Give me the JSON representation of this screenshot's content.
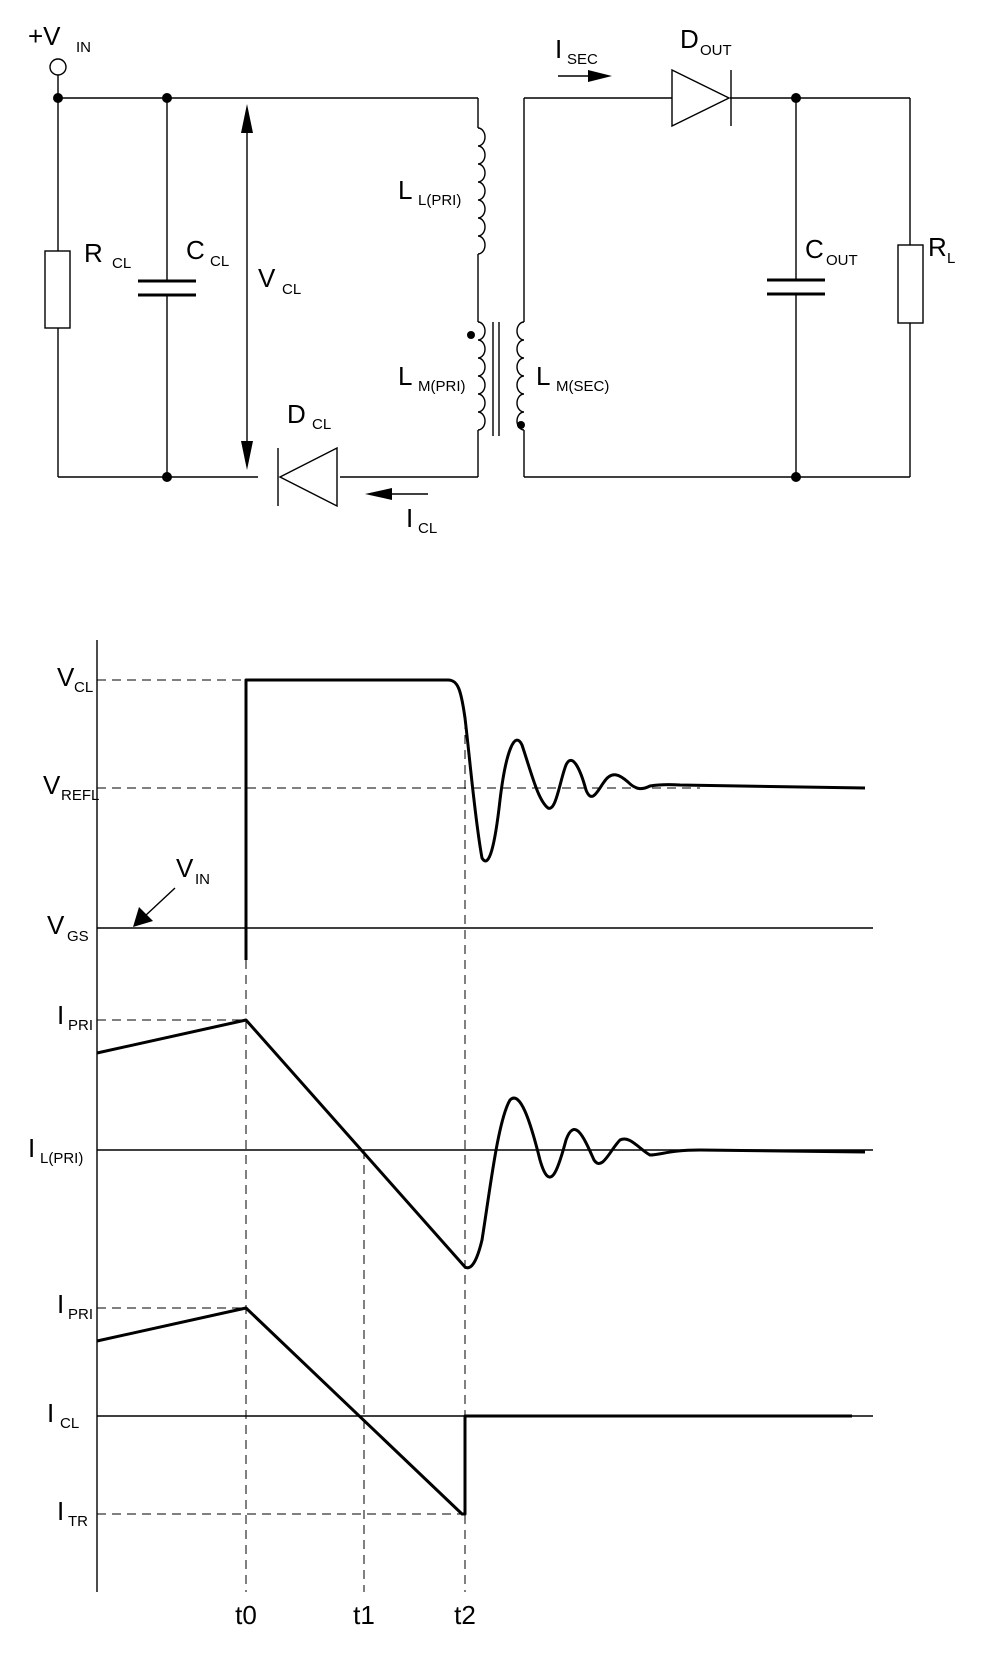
{
  "circuit": {
    "vin_label": {
      "main": "+V",
      "sub": "IN"
    },
    "rcl_label": {
      "main": "R",
      "sub": "CL"
    },
    "ccl_label": {
      "main": "C",
      "sub": "CL"
    },
    "vcl_label": {
      "main": "V",
      "sub": "CL"
    },
    "dcl_label": {
      "main": "D",
      "sub": "CL"
    },
    "icl_label": {
      "main": "I",
      "sub": "CL"
    },
    "llpri_label": {
      "main": "L",
      "sub": "L(PRI)"
    },
    "lmpri_label": {
      "main": "L",
      "sub": "M(PRI)"
    },
    "lmsec_label": {
      "main": "L",
      "sub": "M(SEC)"
    },
    "isec_label": {
      "main": "I",
      "sub": "SEC"
    },
    "dout_label": {
      "main": "D",
      "sub": "OUT"
    },
    "cout_label": {
      "main": "C",
      "sub": "OUT"
    },
    "rl_label": {
      "main": "R",
      "sub": "L"
    }
  },
  "waveforms": {
    "vgs_axis": {
      "vcl": {
        "main": "V",
        "sub": "CL"
      },
      "vrefl": {
        "main": "V",
        "sub": "REFL"
      },
      "vgs": {
        "main": "V",
        "sub": "GS"
      },
      "vin_marker": {
        "main": "V",
        "sub": "IN"
      }
    },
    "ilpri_axis": {
      "ipri": {
        "main": "I",
        "sub": "PRI"
      },
      "ilpri": {
        "main": "I",
        "sub": "L(PRI)"
      }
    },
    "icl_axis": {
      "ipri": {
        "main": "I",
        "sub": "PRI"
      },
      "icl": {
        "main": "I",
        "sub": "CL"
      },
      "itr": {
        "main": "I",
        "sub": "TR"
      }
    },
    "time_labels": [
      "t0",
      "t1",
      "t2"
    ]
  }
}
